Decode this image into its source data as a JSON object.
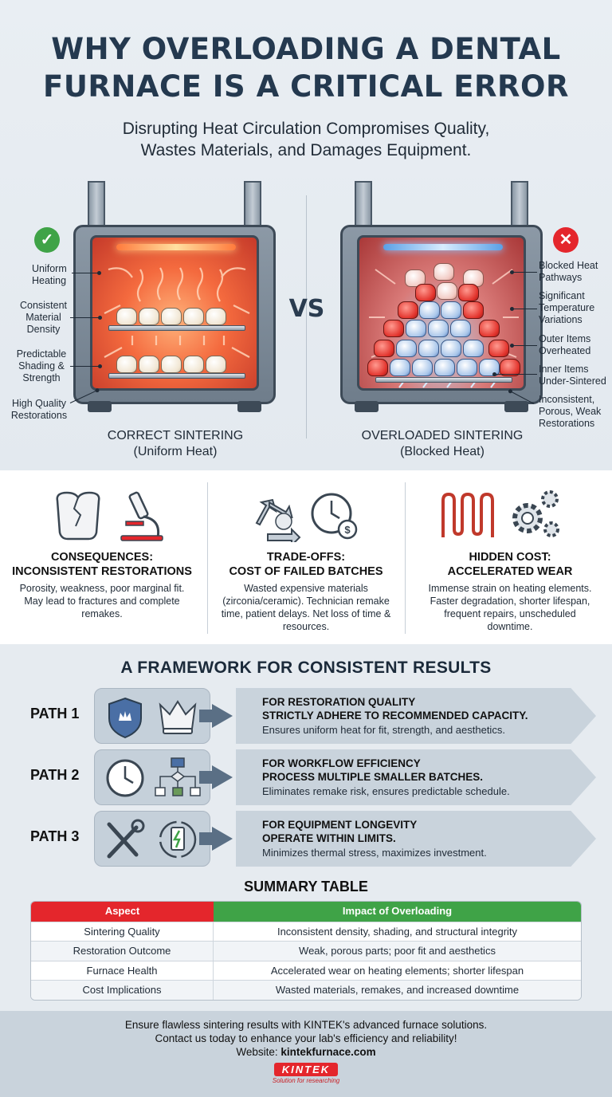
{
  "header": {
    "title_line1": "WHY OVERLOADING A DENTAL",
    "title_line2": "FURNACE IS A CRITICAL ERROR",
    "subtitle_line1": "Disrupting Heat Circulation Compromises Quality,",
    "subtitle_line2": "Wastes Materials, and Damages Equipment."
  },
  "comparison": {
    "vs_label": "VS",
    "correct": {
      "status_icon": "check-icon",
      "status_color": "#3fa347",
      "caption_line1": "CORRECT SINTERING",
      "caption_line2": "(Uniform Heat)",
      "labels": [
        {
          "line1": "Uniform",
          "line2": "Heating"
        },
        {
          "line1": "Consistent",
          "line2": "Material",
          "line3": "Density"
        },
        {
          "line1": "Predictable",
          "line2": "Shading &",
          "line3": "Strength"
        },
        {
          "line1": "High Quality",
          "line2": "Restorations"
        }
      ]
    },
    "overloaded": {
      "status_icon": "x-icon",
      "status_color": "#e4262c",
      "caption_line1": "OVERLOADED SINTERING",
      "caption_line2": "(Blocked Heat)",
      "labels": [
        {
          "line1": "Blocked Heat",
          "line2": "Pathways"
        },
        {
          "line1": "Significant",
          "line2": "Temperature",
          "line3": "Variations"
        },
        {
          "line1": "Outer Items",
          "line2": "Overheated"
        },
        {
          "line1": "Inner Items",
          "line2": "Under-Sintered"
        },
        {
          "line1": "Inconsistent,",
          "line2": "Porous, Weak",
          "line3": "Restorations"
        }
      ]
    }
  },
  "consequences": [
    {
      "icons": [
        "cracked-tooth-icon",
        "microscope-icon"
      ],
      "title_line1": "CONSEQUENCES:",
      "title_line2": "INCONSISTENT RESTORATIONS",
      "body": "Porosity, weakness, poor marginal fit. May lead to fractures and complete remakes."
    },
    {
      "icons": [
        "recycle-icon",
        "clock-money-icon"
      ],
      "title_line1": "TRADE-OFFS:",
      "title_line2": "COST OF FAILED BATCHES",
      "body": "Wasted expensive materials (zirconia/ceramic). Technician remake time, patient delays. Net loss of time & resources."
    },
    {
      "icons": [
        "heating-element-icon",
        "gears-icon"
      ],
      "title_line1": "HIDDEN COST:",
      "title_line2": "ACCELERATED WEAR",
      "body": "Immense strain on heating elements. Faster degradation, shorter lifespan, frequent repairs, unscheduled downtime."
    }
  ],
  "framework": {
    "title": "A FRAMEWORK FOR CONSISTENT RESULTS",
    "paths": [
      {
        "label": "PATH 1",
        "icons": [
          "shield-crown-icon",
          "crown-icon"
        ],
        "heading": "FOR RESTORATION QUALITY",
        "action": "STRICTLY ADHERE TO RECOMMENDED CAPACITY.",
        "detail": "Ensures uniform heat for fit, strength, and aesthetics."
      },
      {
        "label": "PATH 2",
        "icons": [
          "clock-icon",
          "flowchart-icon"
        ],
        "heading": "FOR WORKFLOW EFFICIENCY",
        "action": "PROCESS MULTIPLE SMALLER BATCHES.",
        "detail": "Eliminates remake risk, ensures predictable schedule."
      },
      {
        "label": "PATH 3",
        "icons": [
          "wrench-screwdriver-icon",
          "battery-cycle-icon"
        ],
        "heading": "FOR EQUIPMENT LONGEVITY",
        "action": "OPERATE WITHIN LIMITS.",
        "detail": "Minimizes thermal stress, maximizes investment."
      }
    ]
  },
  "summary": {
    "title": "SUMMARY TABLE",
    "headers": [
      "Aspect",
      "Impact of Overloading"
    ],
    "rows": [
      [
        "Sintering Quality",
        "Inconsistent density, shading, and structural integrity"
      ],
      [
        "Restoration Outcome",
        "Weak, porous parts; poor fit and aesthetics"
      ],
      [
        "Furnace Health",
        "Accelerated wear on heating elements; shorter lifespan"
      ],
      [
        "Cost Implications",
        "Wasted materials, remakes, and increased downtime"
      ]
    ]
  },
  "footer": {
    "line1": "Ensure flawless sintering results with KINTEK's advanced furnace solutions.",
    "line2": "Contact us today to enhance your lab's efficiency and reliability!",
    "website_label": "Website: ",
    "website": "kintekfurnace.com",
    "logo": "KINTEK",
    "tagline": "Solution for researching"
  },
  "colors": {
    "title": "#24394f",
    "red": "#e4262c",
    "green": "#3fa347",
    "panel": "#c9d3dc"
  }
}
